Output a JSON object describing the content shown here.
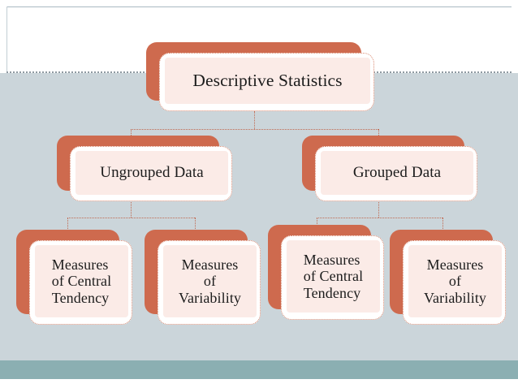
{
  "slide": {
    "background_color": "#cbd5da",
    "top_band_color": "#ffffff",
    "accent_band_color": "#8bafb2",
    "node_shadow_color": "#ce6a4e",
    "node_fill_color": "#fbebe7",
    "node_border_color": "#d98a72",
    "connector_color": "#c06a52",
    "text_color": "#1c1c1c"
  },
  "chart_data": {
    "type": "diagram",
    "diagram_type": "hierarchy-tree",
    "title": "Descriptive Statistics",
    "levels": 3,
    "nodes": [
      {
        "id": "root",
        "label": "Descriptive Statistics",
        "level": 0,
        "parent": null
      },
      {
        "id": "ungrouped",
        "label": "Ungrouped Data",
        "level": 1,
        "parent": "root"
      },
      {
        "id": "grouped",
        "label": "Grouped Data",
        "level": 1,
        "parent": "root"
      },
      {
        "id": "ung-mct",
        "label": "Measures\nof Central\nTendency",
        "level": 2,
        "parent": "ungrouped"
      },
      {
        "id": "ung-mv",
        "label": "Measures\nof\nVariability",
        "level": 2,
        "parent": "ungrouped"
      },
      {
        "id": "grp-mct",
        "label": "Measures\nof Central\nTendency",
        "level": 2,
        "parent": "grouped"
      },
      {
        "id": "grp-mv",
        "label": "Measures\nof\nVariability",
        "level": 2,
        "parent": "grouped"
      }
    ],
    "edges": [
      {
        "from": "root",
        "to": "ungrouped"
      },
      {
        "from": "root",
        "to": "grouped"
      },
      {
        "from": "ungrouped",
        "to": "ung-mct"
      },
      {
        "from": "ungrouped",
        "to": "ung-mv"
      },
      {
        "from": "grouped",
        "to": "grp-mct"
      },
      {
        "from": "grouped",
        "to": "grp-mv"
      }
    ]
  },
  "nodes": {
    "root": {
      "label": "Descriptive Statistics"
    },
    "ungrouped": {
      "label": "Ungrouped Data"
    },
    "grouped": {
      "label": "Grouped Data"
    },
    "ung_central_tendency": {
      "label": "Measures\nof Central\nTendency"
    },
    "ung_variability": {
      "label": "Measures\nof\nVariability"
    },
    "grp_central_tendency": {
      "label": "Measures\nof Central\nTendency"
    },
    "grp_variability": {
      "label": "Measures\nof\nVariability"
    }
  }
}
